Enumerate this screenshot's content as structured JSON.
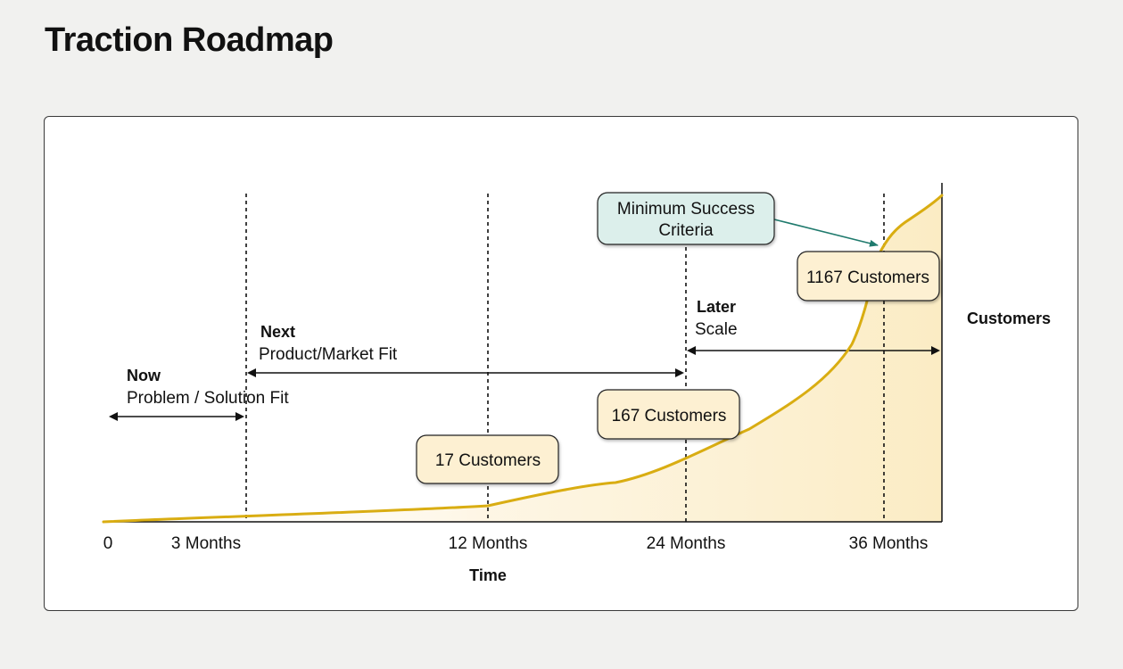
{
  "page": {
    "title": "Traction Roadmap"
  },
  "chart_data": {
    "type": "line",
    "x_axis": {
      "label": "Time",
      "ticks": [
        "0",
        "3 Months",
        "12 Months",
        "24 Months",
        "36 Months"
      ]
    },
    "y_axis": {
      "label": "Customers"
    },
    "milestones": [
      {
        "month": 12,
        "label": "17 Customers"
      },
      {
        "month": 24,
        "label": "167 Customers"
      },
      {
        "month": 36,
        "label": "1167 Customers"
      }
    ],
    "phases": [
      {
        "title": "Now",
        "subtitle": "Problem / Solution Fit"
      },
      {
        "title": "Next",
        "subtitle": "Product/Market Fit"
      },
      {
        "title": "Later",
        "subtitle": "Scale"
      }
    ],
    "annotation": {
      "text_line1": "Minimum Success",
      "text_line2": "Criteria"
    },
    "colors": {
      "curve": "#d9ad12",
      "milestone_fill": "#fdf0d2",
      "annotation_fill": "#dcefeb",
      "annotation_arrow": "#1f7a6d",
      "area_fill": "#fbecc4"
    }
  }
}
